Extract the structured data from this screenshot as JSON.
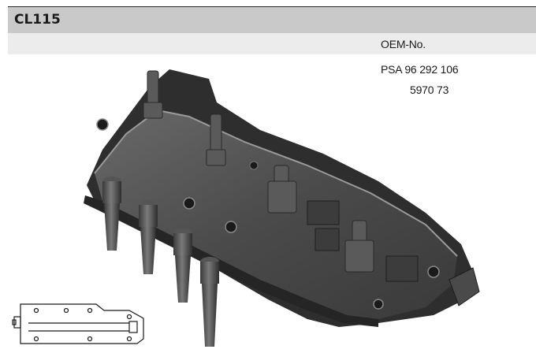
{
  "header": {
    "code": "CL115"
  },
  "oem": {
    "label": "OEM-No.",
    "numbers": [
      "PSA 96 292 106",
      "5970 73"
    ]
  },
  "colors": {
    "header_bg": "#c9c9c9",
    "band_bg": "#ececec",
    "text": "#1a1a1a"
  },
  "images": {
    "product_photo": "ignition-coil-rail-photo",
    "schematic": "ignition-coil-outline-drawing"
  }
}
